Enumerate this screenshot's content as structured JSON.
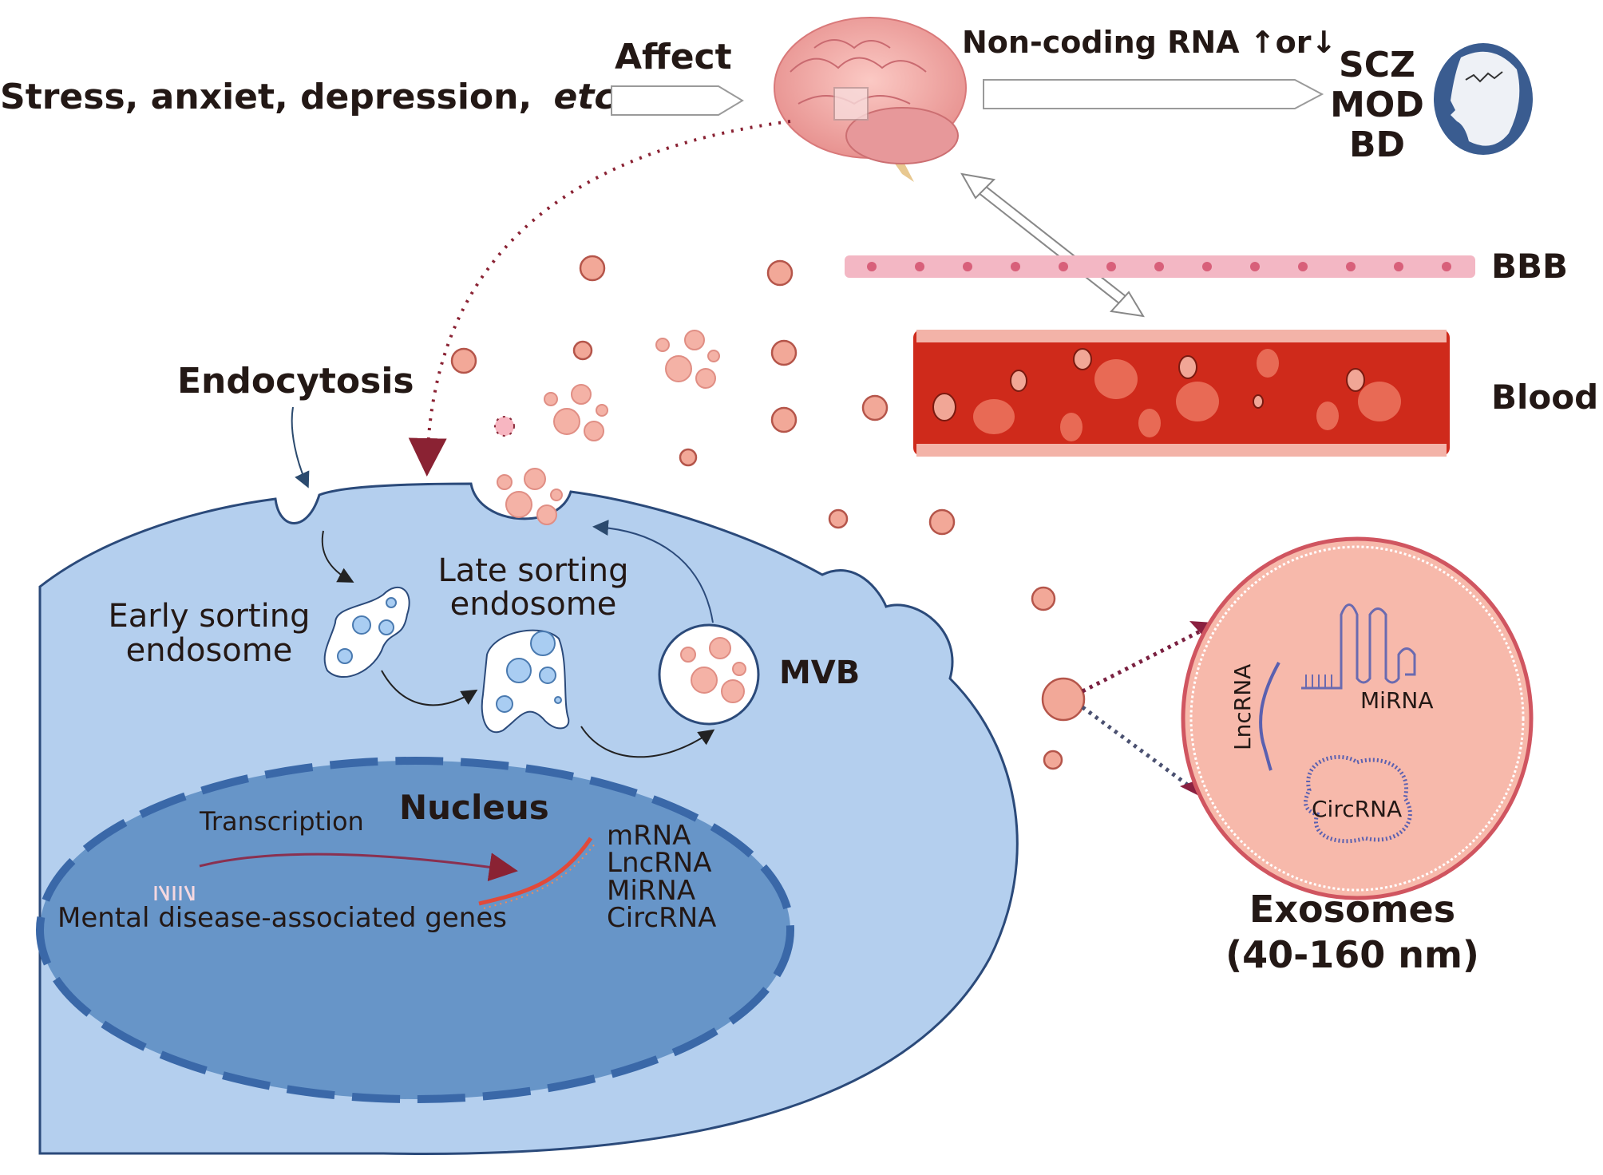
{
  "diagram": {
    "cause_label": "Stress, anxiet, depression,",
    "cause_label_italic": "etc.",
    "affect_label": "Affect",
    "ncrna_label": "Non-coding RNA ↑or↓",
    "disorders": [
      "SCZ",
      "MOD",
      "BD"
    ],
    "bbb_label": "BBB",
    "blood_label": "Blood",
    "endocytosis_label": "Endocytosis",
    "early_endosome_label": [
      "Early sorting",
      "endosome"
    ],
    "late_endosome_label": [
      "Late sorting",
      "endosome"
    ],
    "mvb_label": "MVB",
    "nucleus_label": "Nucleus",
    "transcription_label": "Transcription",
    "genes_label": "Mental disease-associated genes",
    "rna_types": [
      "mRNA",
      "LncRNA",
      "MiRNA",
      "CircRNA"
    ],
    "exosome_contents": {
      "lnc": "LncRNA",
      "mi": "MiRNA",
      "circ": "CircRNA"
    },
    "exosome_title": "Exosomes",
    "exosome_size": "(40-160 nm)",
    "icons": [
      "brain-icon",
      "head-with-cracks-icon",
      "dna-icon",
      "rna-strand-icon"
    ],
    "colors": {
      "cell": "#b4cfee",
      "nucleus": "#6795c8",
      "blood": "#cf2a1b",
      "exosome": "#f7b9ab",
      "bbb": "#f3b7c4",
      "text": "#231815"
    }
  }
}
